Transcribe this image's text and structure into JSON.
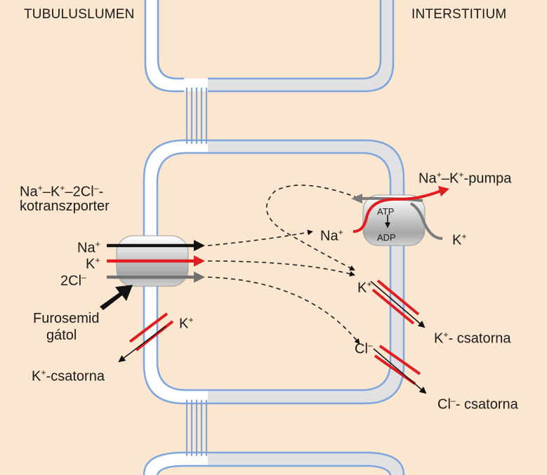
{
  "headers": {
    "left": "TUBULUSLUMEN",
    "right": "INTERSTITIUM"
  },
  "cotransporter": {
    "title_line1_parts": [
      "Na",
      "+",
      "–K",
      "+",
      "–2Cl",
      "–",
      "-"
    ],
    "title_line2": "kotranszporter",
    "na_parts": [
      "Na",
      "+"
    ],
    "k_parts": [
      "K",
      "+"
    ],
    "cl_parts": [
      "2Cl",
      "–"
    ]
  },
  "inhibitor": {
    "line1": "Furosemid",
    "line2": "gátol"
  },
  "luminal_channel": {
    "ion_parts": [
      "K",
      "+"
    ],
    "label_parts": [
      "K",
      "+",
      "-csatorna"
    ]
  },
  "pump": {
    "title_parts": [
      "Na",
      "+",
      "–K",
      "+",
      "-pumpa"
    ],
    "atp": "ATP",
    "adp": "ADP",
    "na_in_parts": [
      "Na",
      "+"
    ],
    "k_in_parts": [
      "K",
      "+"
    ]
  },
  "basolateral_k": {
    "ion_parts": [
      "K",
      "+"
    ],
    "label_parts": [
      "K",
      "+",
      "- csatorna"
    ]
  },
  "basolateral_cl": {
    "ion_parts": [
      "Cl",
      "–"
    ],
    "label_parts": [
      "Cl",
      "–",
      "- csatorna"
    ]
  },
  "colors": {
    "background": "#fbe7cf",
    "membrane": "#7ea6dc",
    "interstitial_wall": "#e1e1e3",
    "sodium_arrow": "#111111",
    "potassium_arrow": "#e01e22",
    "chloride_arrow": "#707070"
  },
  "icons": [
    "arrow-icon",
    "channel-icon",
    "transporter-icon",
    "pump-icon"
  ]
}
